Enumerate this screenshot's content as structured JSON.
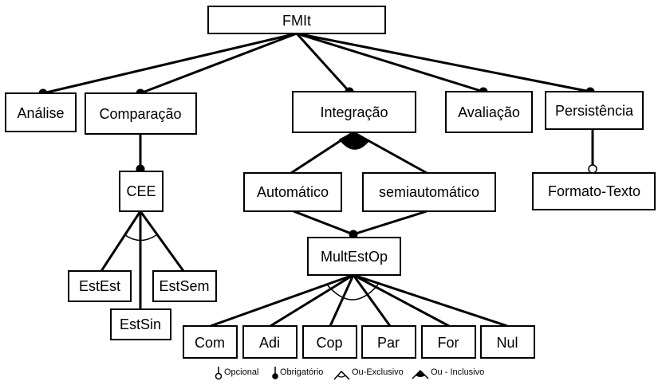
{
  "nodes": {
    "root": "FMIt",
    "analise": "Análise",
    "comparacao": "Comparação",
    "integracao": "Integração",
    "avaliacao": "Avaliação",
    "persistencia": "Persistência",
    "cee": "CEE",
    "automatico": "Automático",
    "semiautomatico": "semiautomático",
    "formato_texto": "Formato-Texto",
    "multestop": "MultEstOp",
    "estest": "EstEst",
    "estsem": "EstSem",
    "estsin": "EstSin",
    "com": "Com",
    "adi": "Adi",
    "cop": "Cop",
    "par": "Par",
    "for": "For",
    "nul": "Nul"
  },
  "legend": {
    "opcional": "Opcional",
    "obrigatorio": "Obrigatório",
    "ou_exclusivo": "Ou-Exclusivo",
    "ou_inclusivo": "Ou - Inclusivo"
  }
}
